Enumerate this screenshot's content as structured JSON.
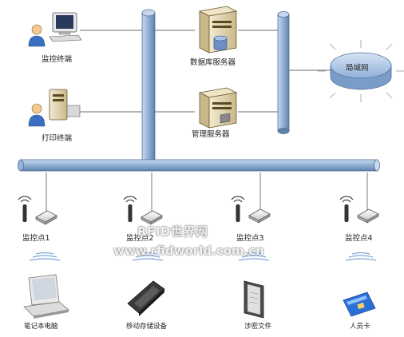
{
  "nodes": {
    "monitor_terminal": "监控终端",
    "print_terminal": "打印终端",
    "database_server": "数据库服务器",
    "management_server": "管理服务器",
    "lan": "局域网"
  },
  "monitor_points": [
    "监控点1",
    "监控点2",
    "监控点3",
    "监控点4"
  ],
  "assets": {
    "laptop": "笔记本电脑",
    "mobile_storage": "移动存储设备",
    "classified_document": "涉密文件",
    "staff_card": "人员卡"
  },
  "watermark": {
    "title": "RFID世界网",
    "url": "www.rfidworld.com.cn"
  },
  "colors": {
    "bus_fill": "#95B3D7",
    "bus_stroke": "#4F6F95",
    "line": "#6b6b6b",
    "wave": "#7da6d8"
  }
}
